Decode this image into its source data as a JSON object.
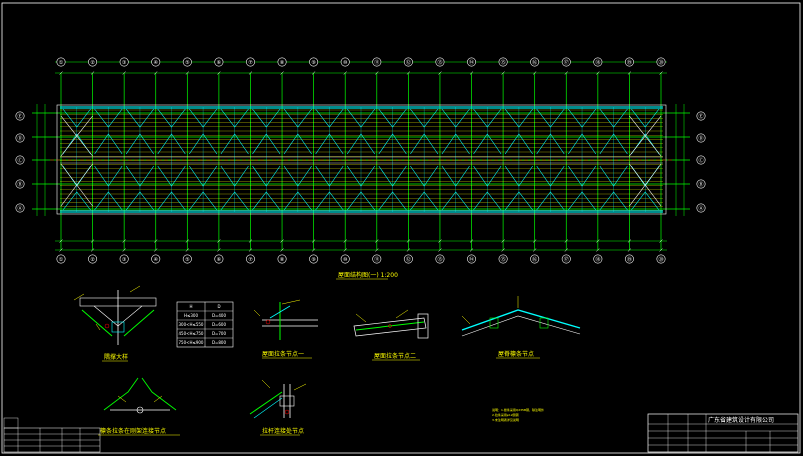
{
  "plan": {
    "title": "屋面结构图(一) 1:200",
    "top_axes": [
      "①",
      "②",
      "③",
      "④",
      "⑤",
      "⑥",
      "⑦",
      "⑧",
      "⑨",
      "⑩",
      "⑪",
      "⑫",
      "⑬",
      "⑭",
      "⑮",
      "⑯",
      "⑰",
      "⑱",
      "⑲",
      "⑳"
    ],
    "bottom_axes": [
      "①",
      "②",
      "③",
      "④",
      "⑤",
      "⑥",
      "⑦",
      "⑧",
      "⑨",
      "⑩",
      "⑪",
      "⑫",
      "⑬",
      "⑭",
      "⑮",
      "⑯",
      "⑰",
      "⑱",
      "⑲",
      "⑳"
    ],
    "row_axes": [
      "Ⓔ",
      "Ⓓ",
      "Ⓒ",
      "Ⓑ",
      "Ⓐ"
    ]
  },
  "details": {
    "d1": "隅撑大样",
    "d2": "屋面拉条节点一",
    "d3": "屋面拉条节点二",
    "d4": "屋脊檩条节点",
    "d5": "檩条拉条在刚架连接节点",
    "d6": "拉杆连接处节点"
  },
  "table": {
    "header": [
      "H",
      "D"
    ],
    "rows": [
      [
        "H≤300",
        "D=400"
      ],
      [
        "300<H≤550",
        "D=600"
      ],
      [
        "450<H≤750",
        "D=700"
      ],
      [
        "750<H≤900",
        "D=800"
      ]
    ]
  },
  "note": {
    "lines": [
      "说明：1.檩条采用Q235B钢，除注明外",
      "2.拉条采用φ12圆钢",
      "3.未注明者详见说明"
    ]
  },
  "title_block": {
    "company": "广东省建筑设计有限公司"
  },
  "colors": {
    "grid": "#00ff00",
    "purlin": "#ffff00",
    "brace": "#00ffff",
    "text": "#ffffff",
    "label": "#ffff00",
    "axis_line": "#ff0000"
  }
}
